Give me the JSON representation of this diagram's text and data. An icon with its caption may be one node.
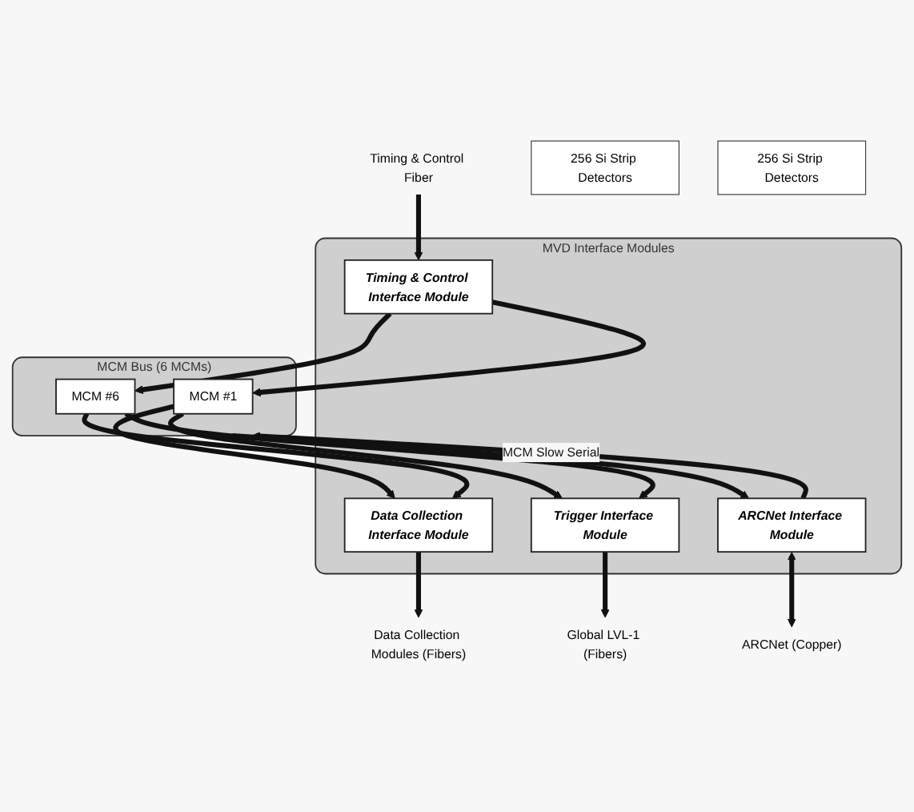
{
  "diagram": {
    "nodes": [
      {
        "text": [
          "MVD Interface Modules"
        ]
      },
      {
        "text": [
          "Data Collection Interface Module"
        ],
        "in": 0
      },
      {
        "text": [
          "Timing & Control Interface Module"
        ],
        "in": 0
      },
      {
        "text": [
          "Trigger Interface Module"
        ],
        "in": 0
      },
      {
        "text": [
          "ARCNet Interface Module"
        ],
        "in": 0
      },
      {
        "text": [
          "MCM Bus (6 MCMs)"
        ]
      },
      {
        "text": [
          "MCM #1"
        ],
        "in": 5
      },
      {
        "text": [
          "MCM #6"
        ],
        "in": 5
      },
      {
        "text": [
          "256 Si Strip Detectors"
        ]
      },
      {
        "text": [
          "256 Si Strip Detectors"
        ]
      },
      {
        "text": [
          "Data Collection Modules (Fibers)"
        ]
      },
      {
        "text": [
          "Timing & Control Fiber"
        ]
      },
      {
        "text": [
          "Global LVL-1 (Fibers)"
        ]
      },
      {
        "text": [
          "ARCNet (Copper)"
        ]
      }
    ],
    "edges": [
      {
        "from": 1,
        "to": 10,
        "arrow": "to"
      },
      {
        "from": 11,
        "to": 2,
        "arrow": "to"
      },
      {
        "from": 3,
        "to": 12,
        "arrow": "to"
      },
      {
        "from": 4,
        "to": 13,
        "arrow": "both"
      },
      {
        "from": 6,
        "to": 1,
        "arrow": "to"
      },
      {
        "from": 2,
        "to": 6,
        "arrow": "to"
      },
      {
        "from": 7,
        "to": 1,
        "arrow": "to"
      },
      {
        "from": 2,
        "to": 7,
        "arrow": "to"
      },
      {
        "from": 6,
        "to": 3,
        "arrow": "to"
      },
      {
        "from": 7,
        "to": 3,
        "arrow": "to"
      },
      {
        "from": 4,
        "to": 5,
        "arrow": "to",
        "label": "MCM Slow Serial"
      },
      {
        "from": 5,
        "to": 4,
        "arrow": "to"
      }
    ]
  }
}
